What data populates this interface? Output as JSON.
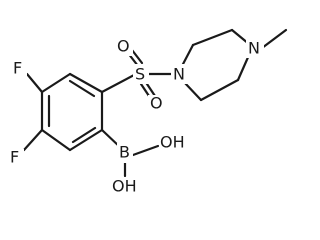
{
  "molecule": {
    "atoms": {
      "F_upper": "F",
      "F_lower": "F",
      "S": "S",
      "O_top": "O",
      "O_bottom": "O",
      "N_ring_left": "N",
      "N_ring_right": "N",
      "B": "B",
      "OH_right": "OH",
      "OH_bottom": "OH"
    },
    "colors": {
      "bond": "#1a1a1a",
      "text": "#1a1a1a",
      "background": "#ffffff"
    }
  }
}
